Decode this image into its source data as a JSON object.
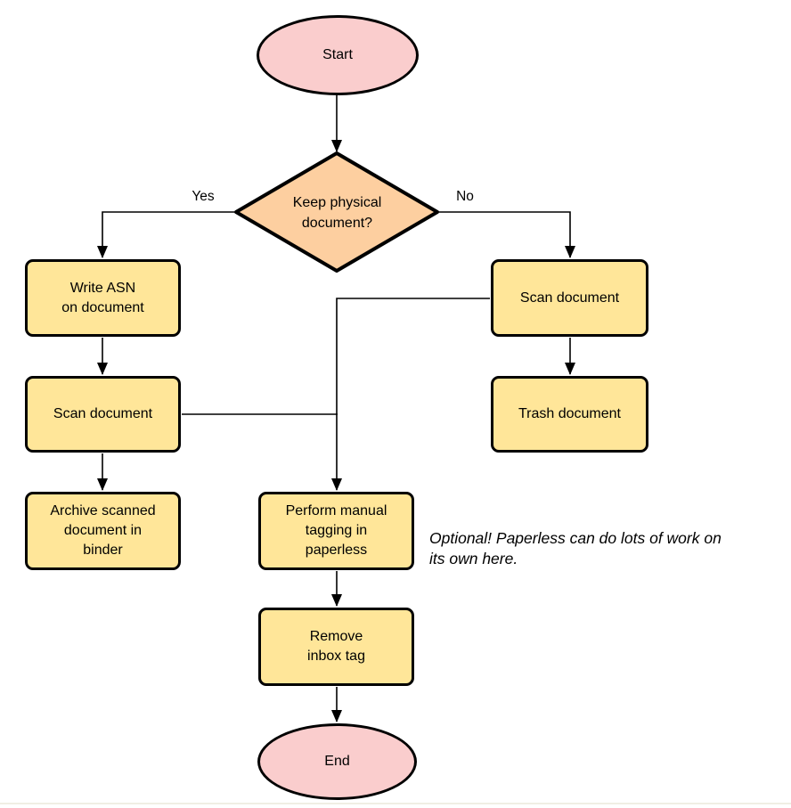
{
  "diagram": {
    "type": "flowchart",
    "colors": {
      "terminal_fill": "#facdcd",
      "decision_fill": "#fdcfa0",
      "process_fill": "#ffe699",
      "stroke": "#000000"
    },
    "nodes": {
      "start": {
        "shape": "ellipse",
        "label": "Start"
      },
      "decision": {
        "shape": "diamond",
        "label": "Keep physical\ndocument?"
      },
      "write_asn": {
        "shape": "process",
        "label": "Write ASN\non document"
      },
      "scan_left": {
        "shape": "process",
        "label": "Scan document"
      },
      "archive": {
        "shape": "process",
        "label": "Archive scanned\ndocument in\nbinder"
      },
      "scan_right": {
        "shape": "process",
        "label": "Scan document"
      },
      "trash": {
        "shape": "process",
        "label": "Trash document"
      },
      "perform": {
        "shape": "process",
        "label": "Perform manual\ntagging in\npaperless"
      },
      "remove": {
        "shape": "process",
        "label": "Remove\ninbox tag"
      },
      "end": {
        "shape": "ellipse",
        "label": "End"
      }
    },
    "edge_labels": {
      "yes": "Yes",
      "no": "No"
    },
    "annotation": "Optional! Paperless can do lots of work on\nits own here."
  }
}
